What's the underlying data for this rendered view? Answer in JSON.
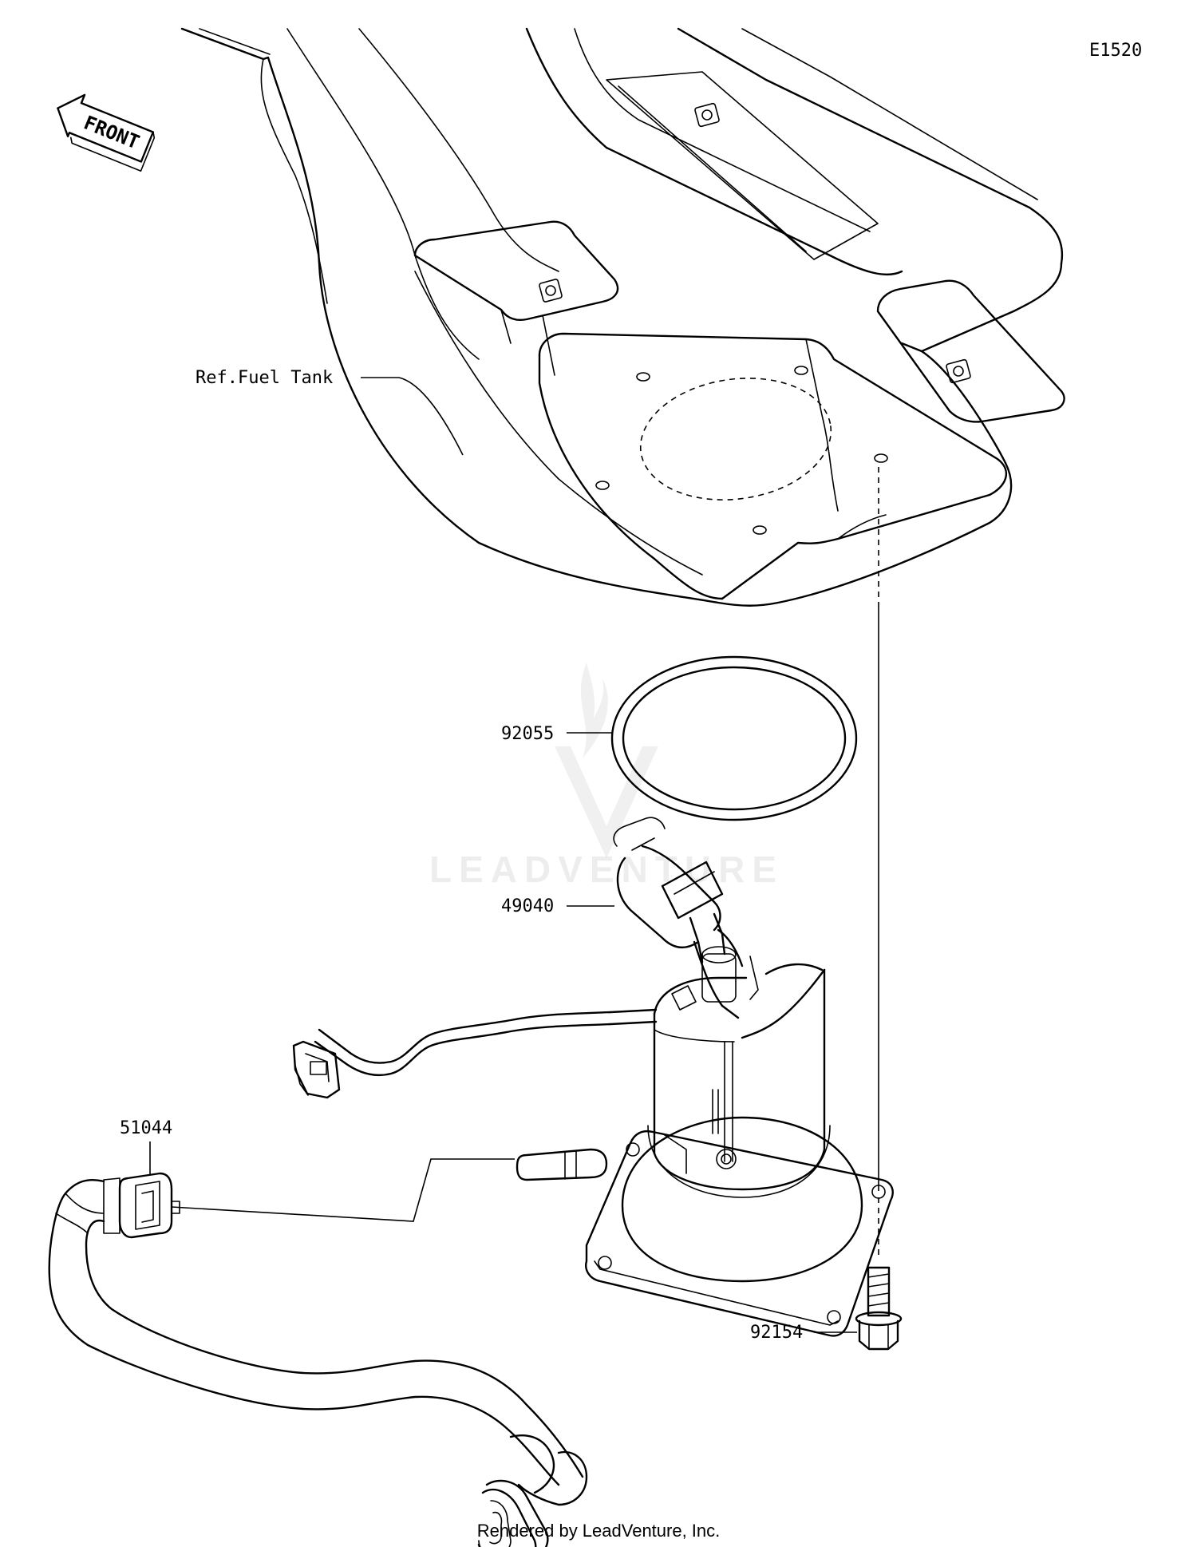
{
  "diagram": {
    "code": "E1520",
    "direction_label": "FRONT",
    "labels": {
      "fuel_tank": "Ref.Fuel Tank",
      "o_ring": "92055",
      "fuel_pump": "49040",
      "fuel_hose": "51044",
      "bolt": "92154"
    },
    "watermark": "LEADVENTURE",
    "footer": "Rendered by LeadVenture, Inc."
  }
}
